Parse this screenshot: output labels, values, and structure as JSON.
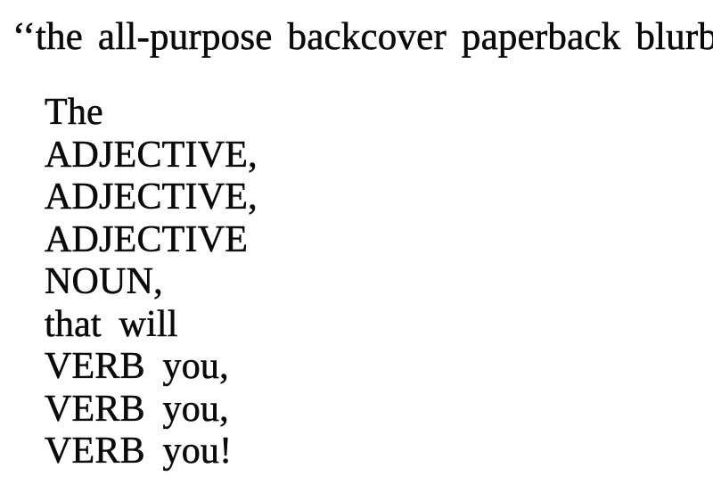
{
  "page": {
    "background_color": "#ffffff",
    "ink_color": "#0a0a0a"
  },
  "heading": {
    "text": "‘‘the all-purpose backcover paperback blurb,’’"
  },
  "blurb_lines": [
    "The",
    "ADJECTIVE,",
    "ADJECTIVE,",
    "ADJECTIVE",
    "NOUN,",
    "that will",
    "VERB you,",
    "VERB you,",
    "VERB you!"
  ]
}
